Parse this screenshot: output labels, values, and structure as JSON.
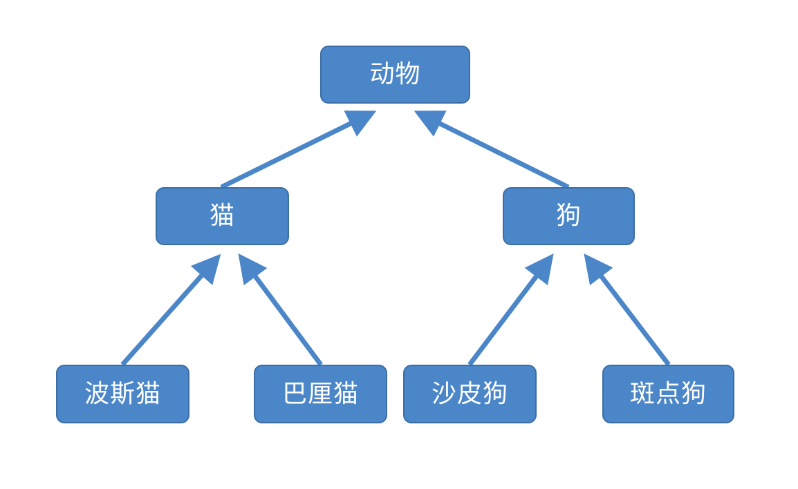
{
  "diagram": {
    "nodes": {
      "animal": "动物",
      "cat": "猫",
      "dog": "狗",
      "persian_cat": "波斯猫",
      "balinese_cat": "巴厘猫",
      "shar_pei": "沙皮狗",
      "dalmatian": "斑点狗"
    },
    "edges": [
      {
        "from": "cat",
        "to": "animal"
      },
      {
        "from": "dog",
        "to": "animal"
      },
      {
        "from": "persian_cat",
        "to": "cat"
      },
      {
        "from": "balinese_cat",
        "to": "cat"
      },
      {
        "from": "shar_pei",
        "to": "dog"
      },
      {
        "from": "dalmatian",
        "to": "dog"
      }
    ],
    "colors": {
      "node_fill": "#4a86c8",
      "node_border": "#3c6ea6",
      "arrow": "#4a86c8",
      "text": "#ffffff"
    }
  }
}
